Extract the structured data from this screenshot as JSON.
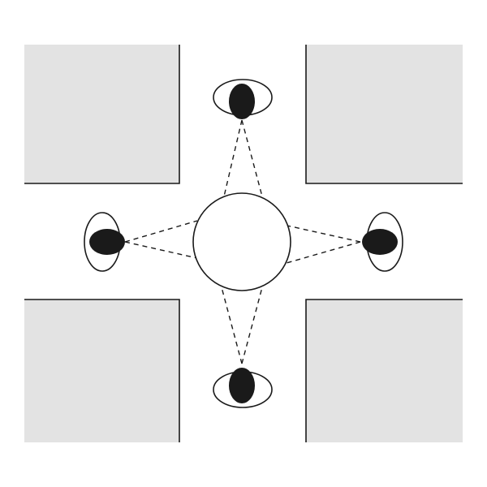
{
  "colors": {
    "block_fill": "#e3e3e3",
    "stroke": "#1a1a1a",
    "head_fill": "#1a1a1a",
    "background": "#ffffff"
  },
  "elements": {
    "blocks": [
      "top-left",
      "top-right",
      "bottom-left",
      "bottom-right"
    ],
    "center": "circle",
    "observers": [
      "top",
      "left",
      "bottom",
      "right"
    ],
    "sight_lines": "dashed"
  }
}
